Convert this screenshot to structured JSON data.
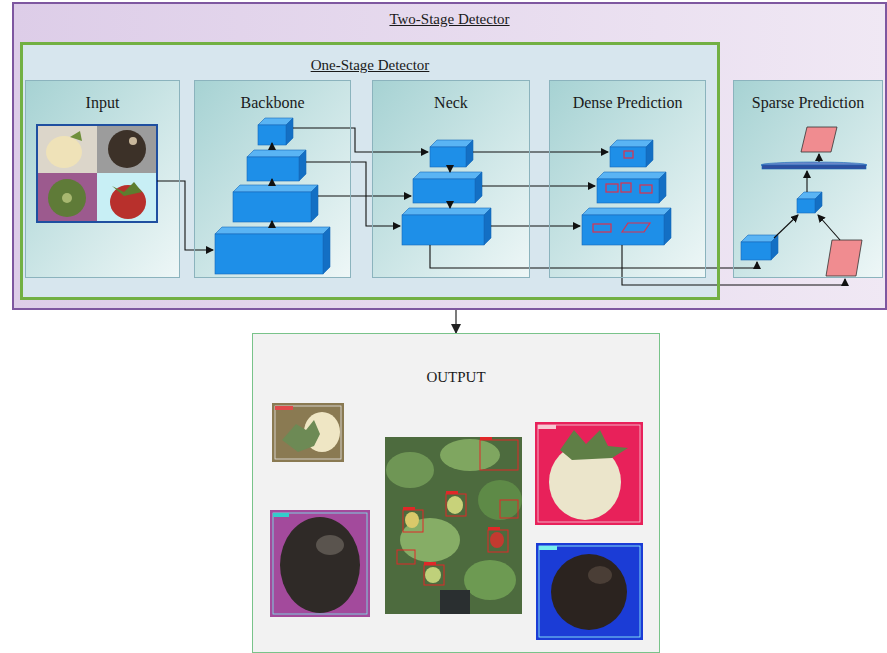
{
  "diagram": {
    "nodes": [
      {
        "text": [
          "Two-Stage Detector"
        ]
      },
      {
        "text": [
          "One-Stage Detector"
        ],
        "in": 0
      },
      {
        "text": [
          "Input"
        ],
        "in": 1
      },
      {
        "text": [
          "Backbone"
        ],
        "in": 1
      },
      {
        "text": [
          "Neck"
        ],
        "in": 1
      },
      {
        "text": [
          "Dense Prediction"
        ],
        "in": 1
      },
      {
        "text": [
          "Sparse Prediction"
        ],
        "in": 0
      },
      {
        "text": [
          "OUTPUT"
        ]
      }
    ],
    "edges": [
      {
        "from": 0,
        "to": 7,
        "arrow": "to"
      }
    ]
  }
}
